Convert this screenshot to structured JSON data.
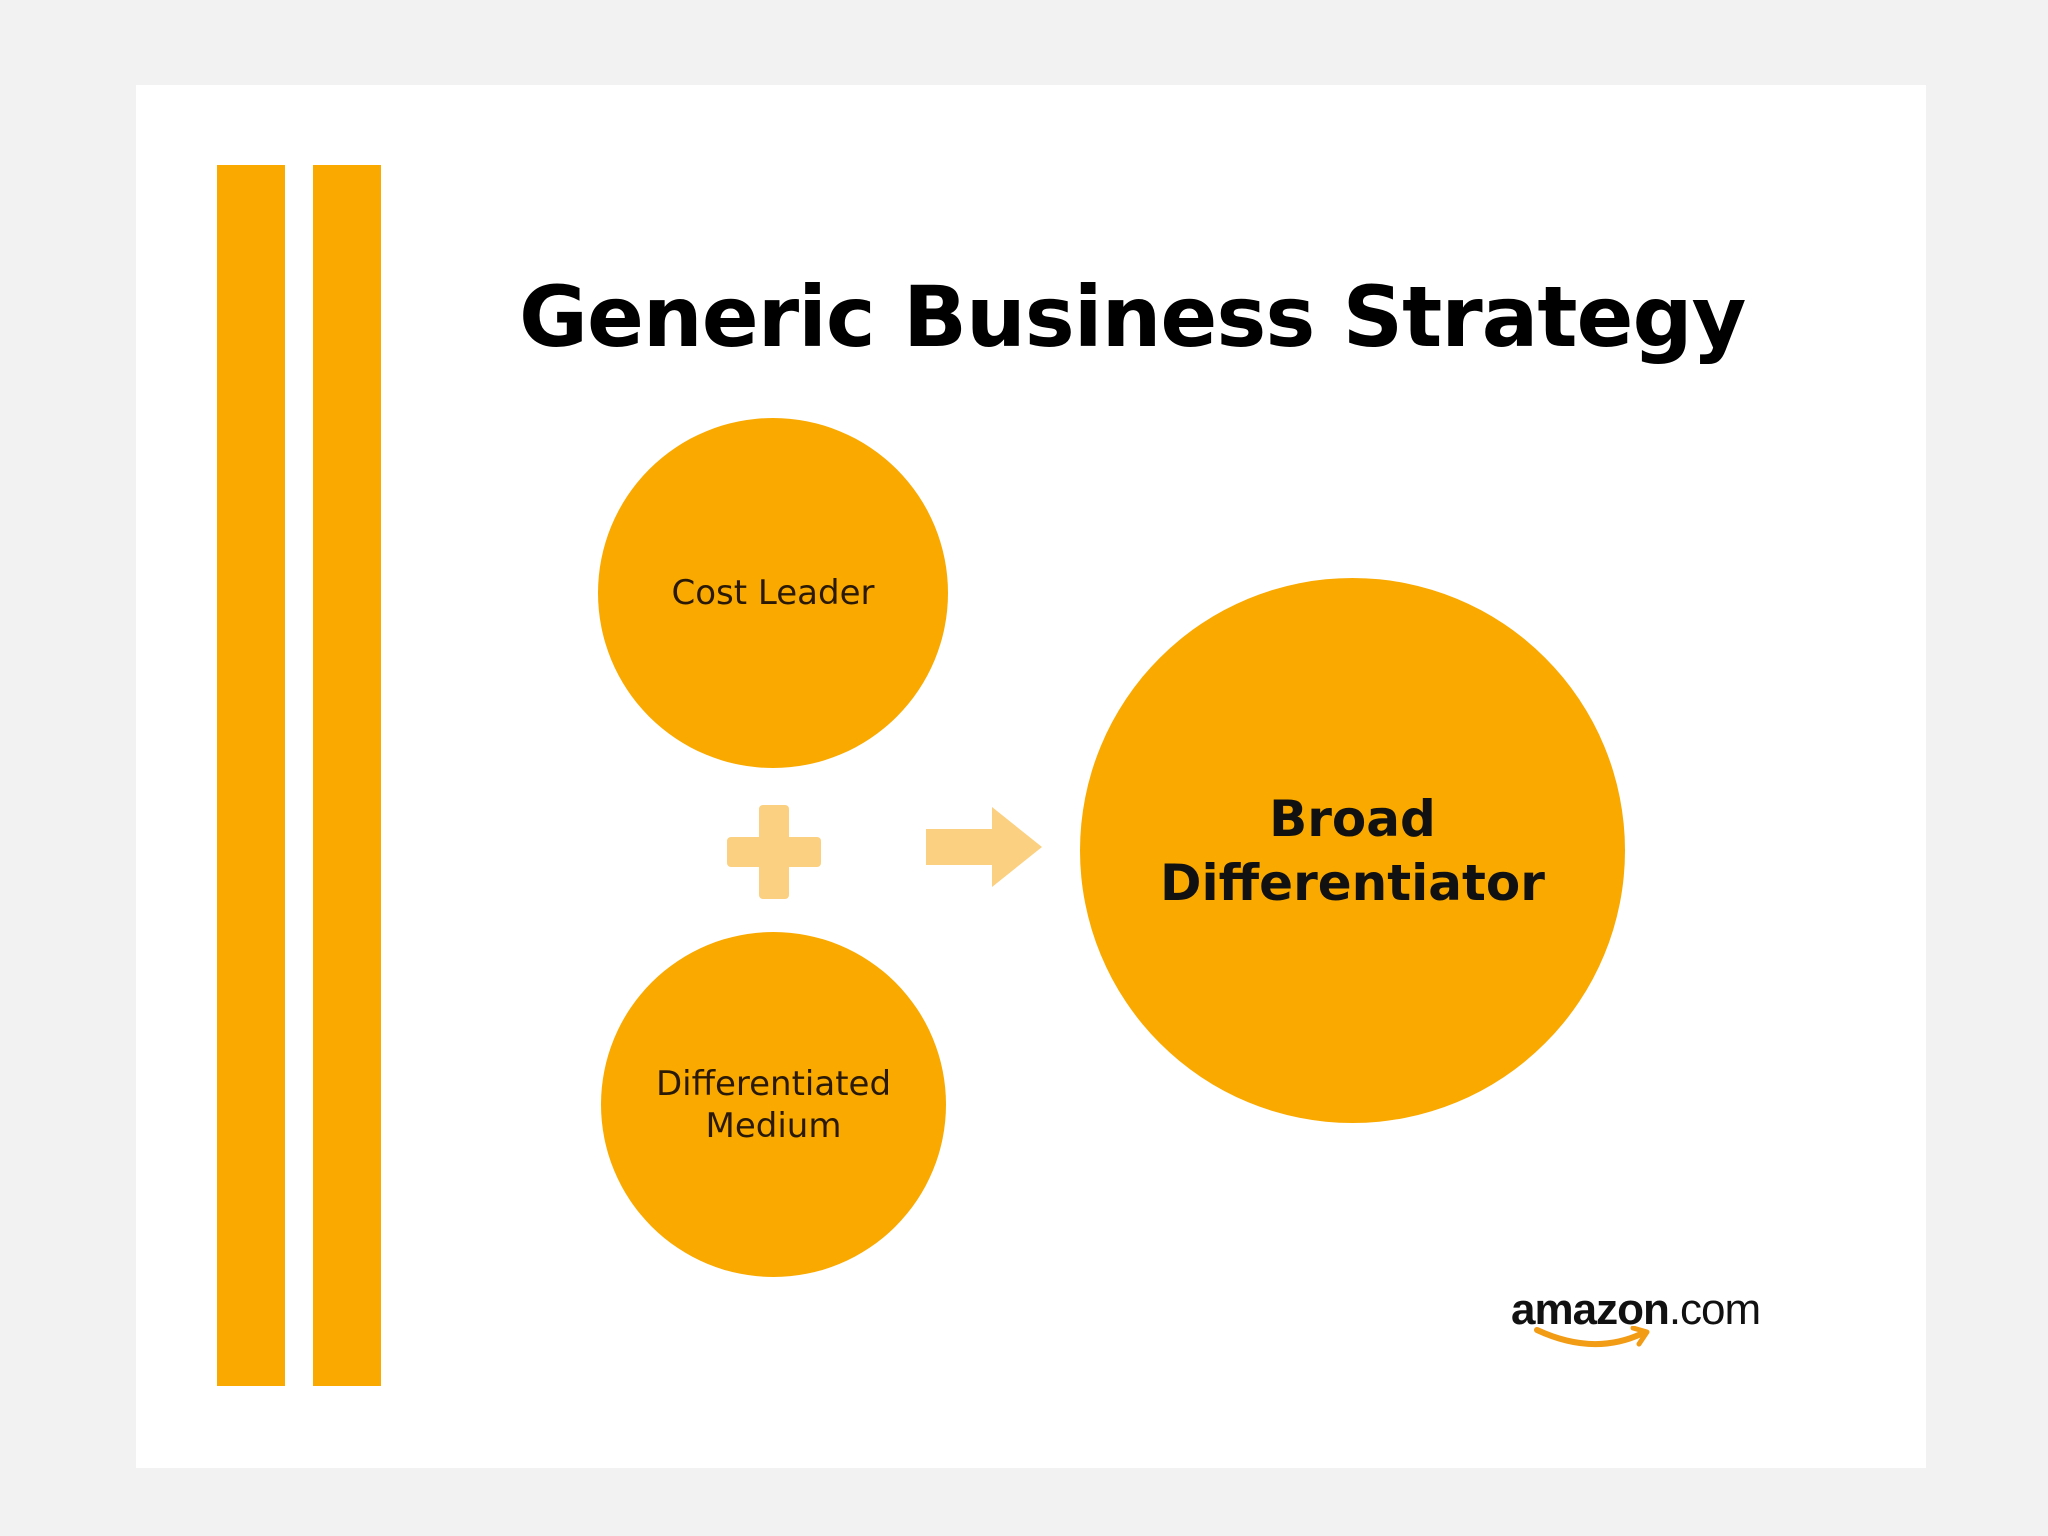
{
  "title": "Generic Business Strategy",
  "colors": {
    "accent": "#f9a900",
    "accent_light": "#fbd080",
    "background": "#ffffff",
    "page": "#f2f2f2",
    "logo_smile": "#f29b14"
  },
  "nodes": {
    "cost_leader": "Cost Leader",
    "differentiated_medium_line1": "Differentiated",
    "differentiated_medium_line2": "Medium",
    "broad_differentiator_line1": "Broad",
    "broad_differentiator_line2": "Differentiator"
  },
  "operators": {
    "plus_icon": "plus-icon",
    "arrow_icon": "arrow-right-icon"
  },
  "logo": {
    "name_bold": "amazon",
    "name_suffix": ".com"
  }
}
